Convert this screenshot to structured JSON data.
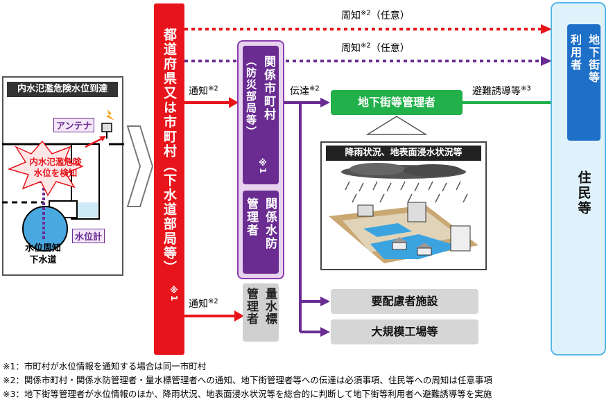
{
  "left_panel": {
    "title": "内水氾濫危険水位到達",
    "antenna_label": "アンテナ",
    "burst_line1": "内水氾濫危険",
    "burst_line2": "水位を検知",
    "gauge_label": "水位計",
    "sewer_line1": "水位周知",
    "sewer_line2": "下水道"
  },
  "prefecture": {
    "label": "都道府県又は市町村（下水道部局等）",
    "note": "※1"
  },
  "city": {
    "line1": "関係市町村",
    "line2": "（防災部局等）",
    "note": "※1"
  },
  "flood_manager": {
    "line1": "関係水防",
    "line2": "管理者"
  },
  "gauge_manager": {
    "line1": "量水標",
    "line2": "管理者"
  },
  "underground_manager": "地下街等管理者",
  "rain_box_title": "降雨状況、地表面浸水状況等",
  "facility1": "要配慮者施設",
  "facility2": "大規模工場等",
  "residents": {
    "inner_line1": "地下街等",
    "inner_line2": "利用者",
    "outer": "住民等"
  },
  "arrows": {
    "notice1": "周知",
    "notice1_sup": "※2",
    "notice1_tail": "（任意）",
    "notice2": "周知",
    "notice2_sup": "※2",
    "notice2_tail": "（任意）",
    "notify_top": "通知",
    "notify_top_sup": "※2",
    "notify_bottom": "通知",
    "notify_bottom_sup": "※2",
    "convey": "伝達",
    "convey_sup": "※2",
    "evac": "避難誘導等",
    "evac_sup": "※3"
  },
  "notes": [
    "※1：市町村が水位情報を通知する場合は同一市町村",
    "※2：関係市町村・関係水防管理者・量水標管理者への通知、地下街管理者等への伝達は必須事項、住民等への周知は任意事項",
    "※3：地下街等管理者が水位情報のほか、降雨状況、地表面浸水状況等を総合的に判断して地下街等利用者へ避難誘導等を実施"
  ],
  "colors": {
    "red": "#e8141b",
    "purple": "#6a2c91",
    "green": "#22b04a",
    "blue": "#1e6fc7"
  }
}
